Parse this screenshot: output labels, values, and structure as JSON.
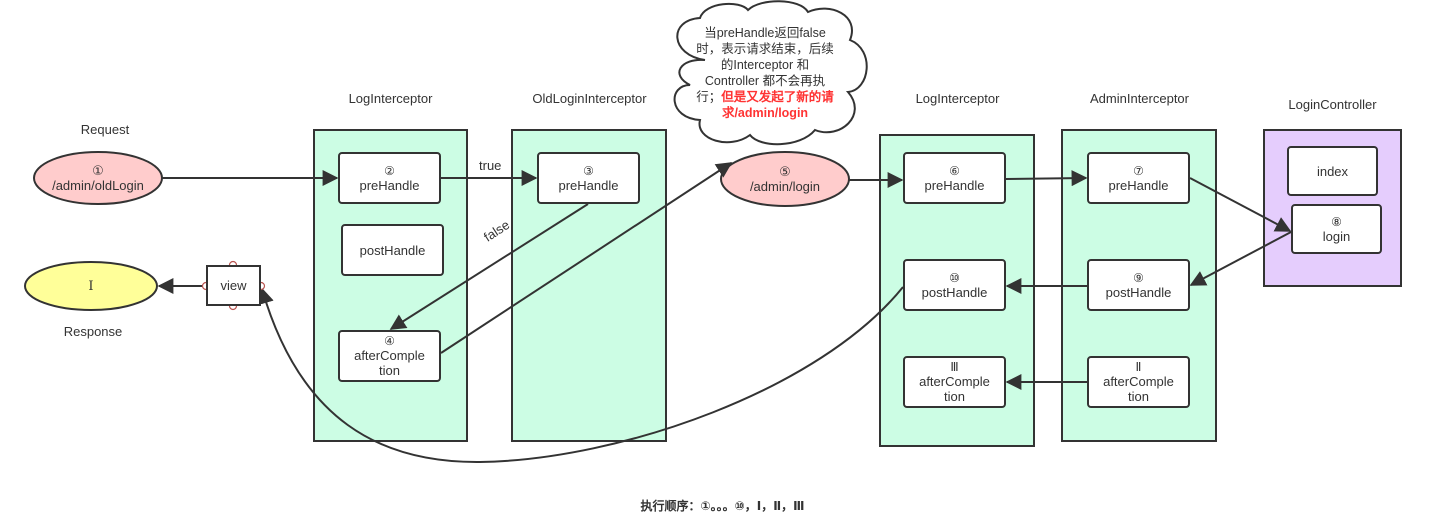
{
  "diagram": {
    "request": {
      "title": "Request",
      "step": "①",
      "path": "/admin/oldLogin",
      "fill": "#ffcccc"
    },
    "response": {
      "title": "Response",
      "step": "I",
      "fill": "#ffff99"
    },
    "view": {
      "label": "view"
    },
    "lanes": [
      {
        "id": "log-interceptor-1",
        "title": "LogInterceptor",
        "nodes": [
          {
            "step": "②",
            "label": "preHandle"
          },
          {
            "step": "",
            "label": "postHandle"
          },
          {
            "step": "④",
            "label": "afterComple",
            "label2": "tion"
          }
        ]
      },
      {
        "id": "old-login-interceptor",
        "title": "OldLoginInterceptor",
        "nodes": [
          {
            "step": "③",
            "label": "preHandle"
          }
        ]
      },
      {
        "id": "log-interceptor-2",
        "title": "LogInterceptor",
        "nodes": [
          {
            "step": "⑥",
            "label": "preHandle"
          },
          {
            "step": "⑩",
            "label": "postHandle"
          },
          {
            "step": "Ⅲ",
            "label": "afterComple",
            "label2": "tion"
          }
        ]
      },
      {
        "id": "admin-interceptor",
        "title": "AdminInterceptor",
        "nodes": [
          {
            "step": "⑦",
            "label": "preHandle"
          },
          {
            "step": "⑨",
            "label": "postHandle"
          },
          {
            "step": "Ⅱ",
            "label": "afterComple",
            "label2": "tion"
          }
        ]
      },
      {
        "id": "login-controller",
        "title": "LoginController",
        "nodes": [
          {
            "step": "",
            "label": "index"
          },
          {
            "step": "⑧",
            "label": "login"
          }
        ]
      }
    ],
    "redirect": {
      "step": "⑤",
      "path": "/admin/login",
      "fill": "#ffcccc"
    },
    "edge_labels": {
      "true_label": "true",
      "false_label": "false"
    },
    "note": {
      "text_plain": "当preHandle返回false时，表示请求结束，后续的Interceptor 和 Controller 都不会再执行；",
      "line1": "当preHandle返回false",
      "line2": "时，表示请求结束，后续",
      "line3": "的Interceptor 和",
      "line4_prefix": "Controller 都不会再执",
      "line5_prefix": "行；",
      "highlight_part1": "但是又发起了新的请",
      "highlight_part2": "求/admin/login",
      "highlight_color": "#ff3333"
    },
    "footer": {
      "text": "执行顺序：①。。。⑩，Ⅰ，Ⅱ，Ⅲ"
    },
    "colors": {
      "interceptor_lane": "#ccfde4",
      "controller_lane": "#e5cdfd",
      "stroke": "#333333"
    }
  }
}
